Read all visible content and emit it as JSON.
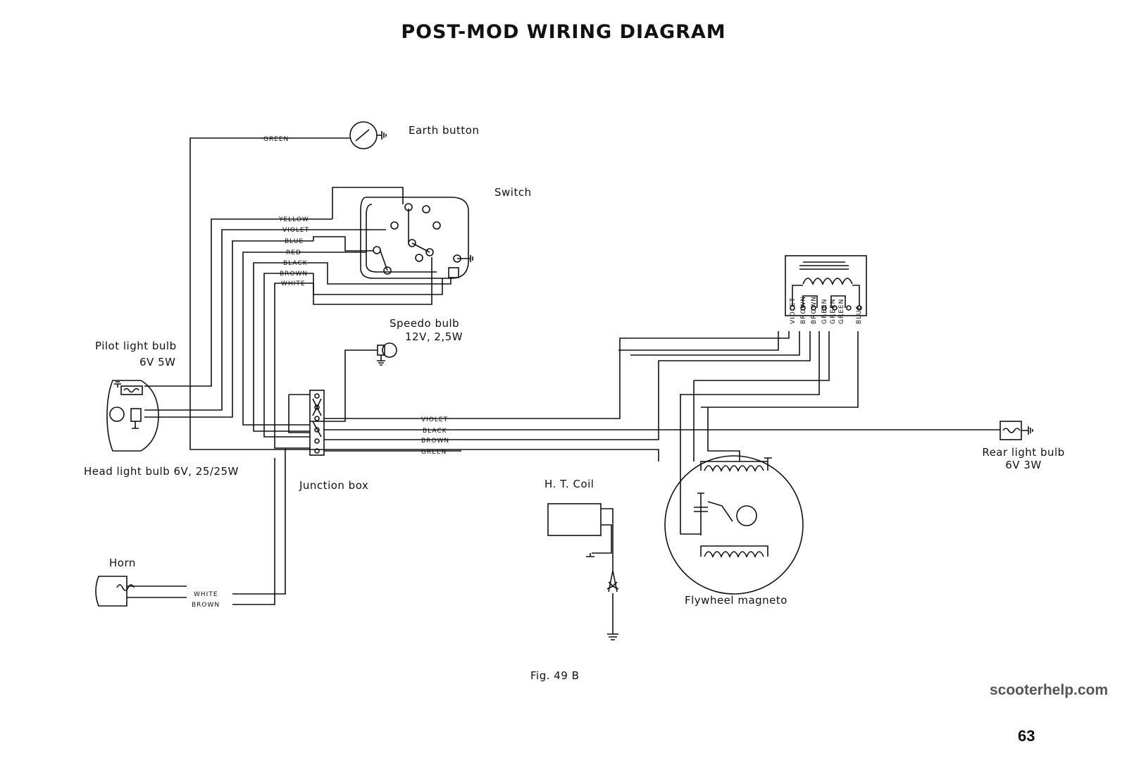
{
  "title": "POST-MOD WIRING DIAGRAM",
  "components": {
    "earth_button": "Earth button",
    "switch": "Switch",
    "speedo_bulb": "Speedo bulb",
    "speedo_bulb_rating": "12V, 2,5W",
    "pilot_light_bulb": "Pilot light bulb",
    "pilot_light_rating": "6V 5W",
    "head_light_bulb": "Head light bulb 6V, 25/25W",
    "junction_box": "Junction box",
    "horn": "Horn",
    "ht_coil": "H. T. Coil",
    "flywheel_magneto": "Flywheel magneto",
    "rear_light_bulb": "Rear light bulb",
    "rear_light_rating": "6V 3W"
  },
  "wires": {
    "green": "GREEN",
    "yellow": "YELLOW",
    "violet": "VIOLET",
    "blue": "BLUE",
    "red": "RED",
    "black": "BLACK",
    "brown": "BROWN",
    "white": "WHITE"
  },
  "figure": "Fig. 49 B",
  "watermark": "scooterhelp.com",
  "page_number": "63",
  "colors": {
    "ink": "#111111",
    "paper": "#ffffff",
    "watermark": "#555555"
  }
}
